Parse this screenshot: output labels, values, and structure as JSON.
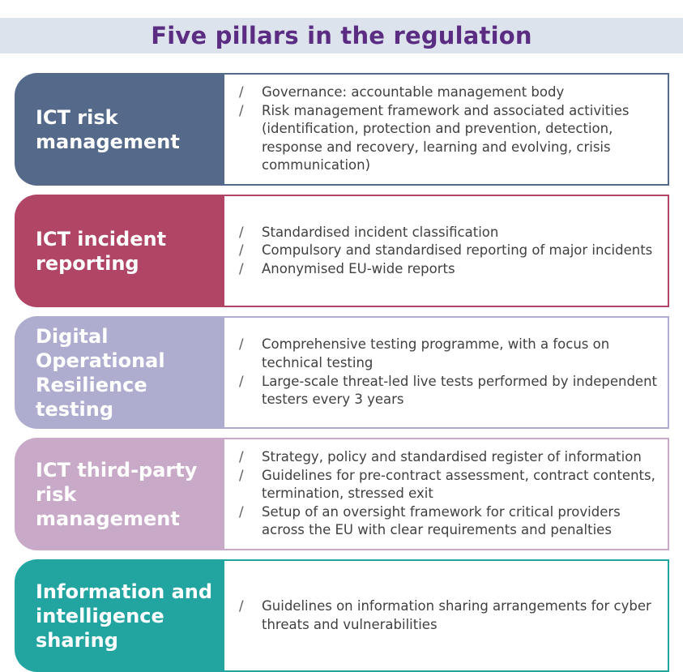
{
  "title": "Five pillars in the regulation",
  "pillars": [
    {
      "label_lines": [
        "ICT risk",
        "management"
      ],
      "color": "#556a8a",
      "items": [
        "Governance: accountable management body",
        "Risk management framework and associated activities (identification, protection and prevention, detection, response and recovery, learning and evolving, crisis communication)"
      ]
    },
    {
      "label_lines": [
        "ICT incident",
        "reporting"
      ],
      "color": "#b04565",
      "items": [
        "Standardised incident classification",
        "Compulsory and standardised reporting of major incidents",
        "Anonymised EU-wide reports"
      ]
    },
    {
      "label_lines": [
        "Digital",
        "Operational",
        "Resilience testing"
      ],
      "color": "#aeadcf",
      "items": [
        "Comprehensive testing programme, with a focus on technical testing",
        "Large-scale threat-led live tests performed by independent testers every 3 years"
      ]
    },
    {
      "label_lines": [
        "ICT third-party",
        "risk management"
      ],
      "color": "#c8aac8",
      "items": [
        "Strategy, policy and standardised register of information",
        "Guidelines for pre-contract assessment, contract contents, termination, stressed exit",
        "Setup of an oversight framework for critical providers across the EU with clear requirements and penalties"
      ]
    },
    {
      "label_lines": [
        "Information and",
        "intelligence",
        "sharing"
      ],
      "color": "#22a5a1",
      "items": [
        "Guidelines on information sharing arrangements for cyber threats and vulnerabilities"
      ]
    }
  ],
  "bullet_glyph": "/"
}
